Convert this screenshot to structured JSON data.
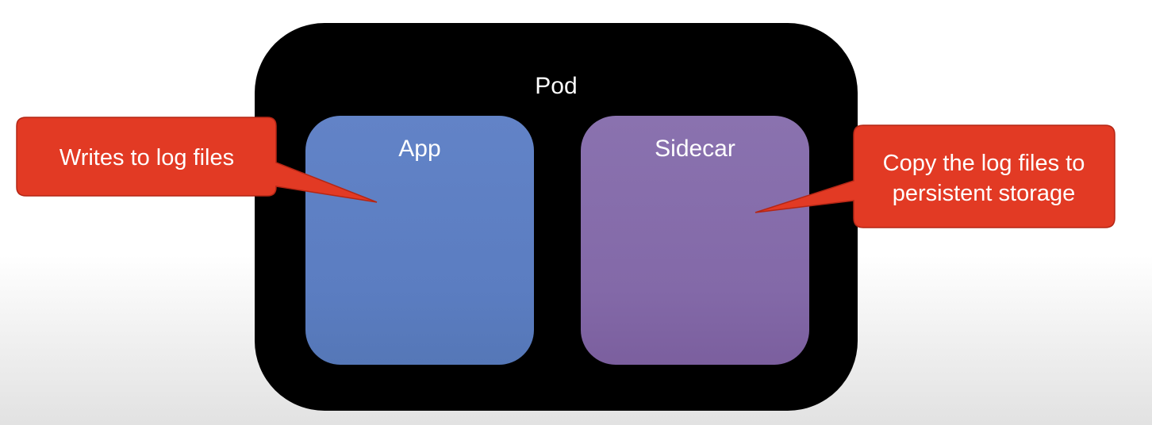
{
  "diagram": {
    "pod_label": "Pod",
    "containers": {
      "app_label": "App",
      "sidecar_label": "Sidecar"
    },
    "callouts": {
      "left_text": "Writes to log files",
      "right_line1": "Copy the log files to",
      "right_line2": "persistent storage"
    },
    "colors": {
      "pod": "#000000",
      "app": "#5b7dc1",
      "sidecar": "#8369a8",
      "callout": "#e23a24"
    }
  }
}
